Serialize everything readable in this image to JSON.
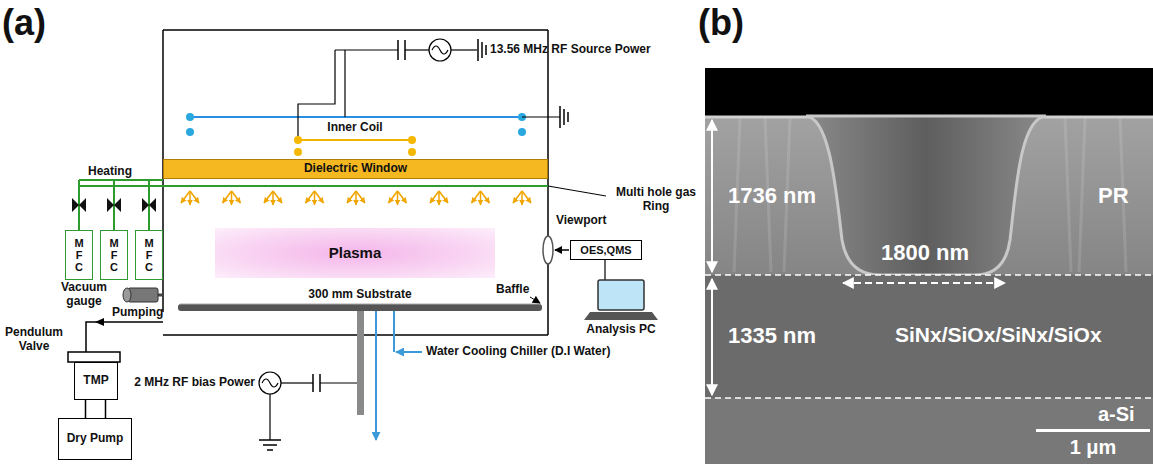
{
  "diagram": {
    "nodes": [
      {
        "text": [
          "Dielectric Window"
        ]
      },
      {
        "text": [
          "Plasma"
        ]
      },
      {
        "text": [
          "MFC"
        ]
      },
      {
        "text": [
          "MFC"
        ]
      },
      {
        "text": [
          "MFC"
        ]
      },
      {
        "text": [
          "OES,QMS"
        ]
      },
      {
        "text": [
          "TMP"
        ]
      },
      {
        "text": [
          "Dry Pump"
        ]
      }
    ],
    "edges": [
      {
        "from": 6,
        "to": 7,
        "arrow": "none"
      }
    ],
    "labels": [
      "(a)",
      "13.56 MHz RF Source Power",
      "Inner Coil",
      "Heating",
      "Multi hole gas Ring",
      "Viewport",
      "Analysis PC",
      "Vacuum gauge",
      "300 mm Substrate",
      "Baffle",
      "Pumping",
      "Pendulum Valve",
      "Water Cooling Chiller (D.I Water)",
      "2 MHz RF bias Power",
      "(b)",
      "1736 nm",
      "1800 nm",
      "PR",
      "1335 nm",
      "SiNx/SiOx/SiNx/SiOx",
      "a-Si",
      "1 μm"
    ]
  }
}
